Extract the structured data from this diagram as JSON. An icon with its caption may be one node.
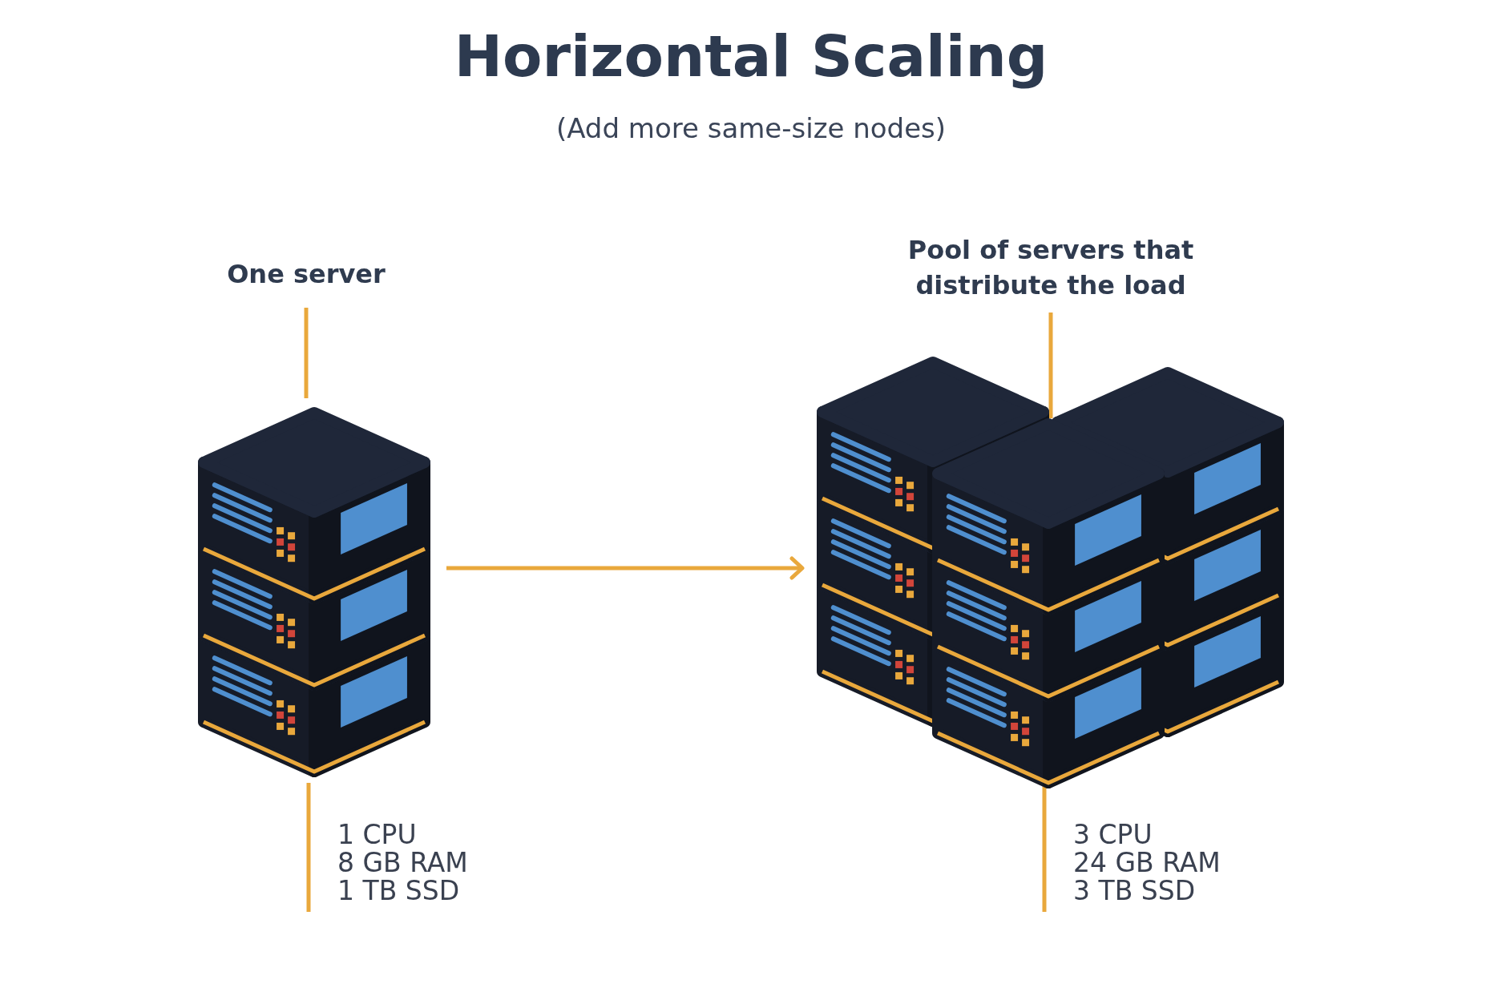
{
  "diagram": {
    "title": "Horizontal Scaling",
    "caption": "(Add more same-size nodes)",
    "nodes": [
      {
        "text": [
          "One server"
        ]
      },
      {
        "text": [],
        "shape": "picture"
      },
      {
        "text": [
          "Pool of servers that distribute the load"
        ]
      },
      {
        "text": [],
        "shape": "picture"
      },
      {
        "text": [
          "1 CPU",
          "8 GB RAM",
          "1 TB SSD"
        ]
      },
      {
        "text": [
          "3 CPU",
          "24 GB RAM",
          "3 TB SSD"
        ]
      }
    ],
    "edges": [
      {
        "from": 0,
        "to": 1,
        "arrow": "none"
      },
      {
        "from": 1,
        "to": 3,
        "arrow": "to"
      },
      {
        "from": 2,
        "to": 3,
        "arrow": "none"
      },
      {
        "from": 1,
        "to": 4,
        "arrow": "none"
      },
      {
        "from": 3,
        "to": 5,
        "arrow": "none"
      }
    ]
  }
}
